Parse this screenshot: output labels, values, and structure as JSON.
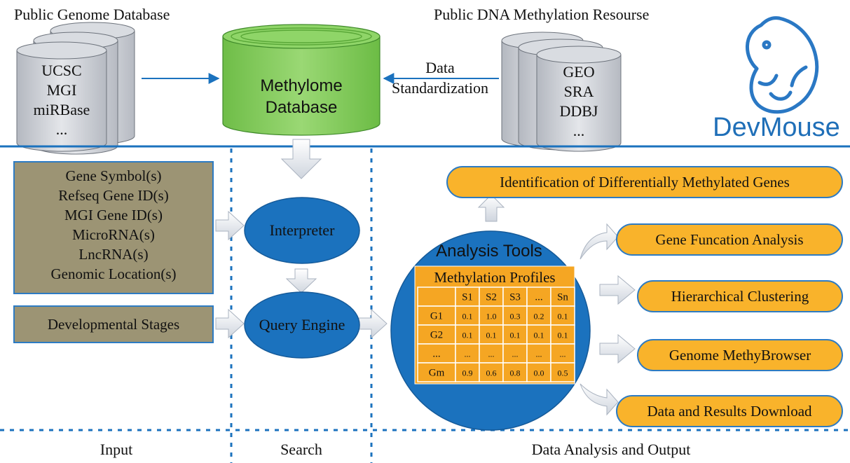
{
  "top": {
    "genome_db": {
      "title": "Public Genome Database",
      "items": [
        "UCSC",
        "MGI",
        "miRBase",
        "..."
      ]
    },
    "methylome_db": {
      "line1": "Methylome",
      "line2": "Database"
    },
    "standardization": {
      "line1": "Data",
      "line2": "Standardization"
    },
    "methylation_resource": {
      "title": "Public DNA Methylation Resourse",
      "items": [
        "GEO",
        "SRA",
        "DDBJ",
        "..."
      ]
    },
    "logo": {
      "text": "DevMouse"
    }
  },
  "input": {
    "ids": [
      "Gene Symbol(s)",
      "Refseq Gene ID(s)",
      "MGI Gene ID(s)",
      "MicroRNA(s)",
      "LncRNA(s)",
      "Genomic Location(s)"
    ],
    "stages": "Developmental Stages"
  },
  "search": {
    "interpreter": "Interpreter",
    "query_engine": "Query Engine"
  },
  "analysis": {
    "title": "Analysis Tools",
    "profiles_title": "Methylation Profiles",
    "table": {
      "columns": [
        "",
        "S1",
        "S2",
        "S3",
        "...",
        "Sn"
      ],
      "rows": [
        [
          "G1",
          "0.1",
          "1.0",
          "0.3",
          "0.2",
          "0.1"
        ],
        [
          "G2",
          "0.1",
          "0.1",
          "0.1",
          "0.1",
          "0.1"
        ],
        [
          "...",
          "...",
          "...",
          "...",
          "...",
          "..."
        ],
        [
          "Gm",
          "0.9",
          "0.6",
          "0.8",
          "0.0",
          "0.5"
        ]
      ]
    },
    "outputs": [
      "Identification of Differentially Methylated Genes",
      "Gene Funcation Analysis",
      "Hierarchical Clustering",
      "Genome MethyBrowser",
      "Data and Results Download"
    ]
  },
  "footer": {
    "input": "Input",
    "search": "Search",
    "output": "Data Analysis and Output"
  },
  "colors": {
    "blue": "#1b72be",
    "green": "#7ccc52",
    "olive": "#9c9474",
    "orange": "#f9b32b",
    "grey_arrow": "#dfe3ea"
  }
}
